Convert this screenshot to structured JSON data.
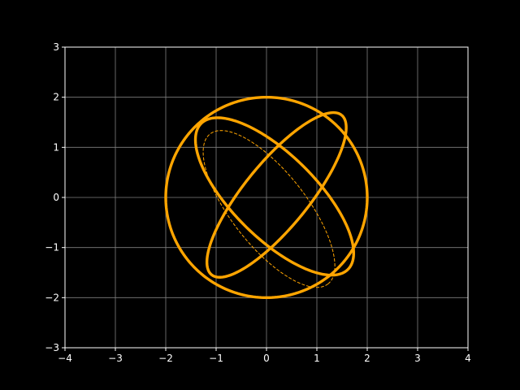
{
  "chart_data": {
    "type": "line",
    "title": "",
    "xlabel": "",
    "ylabel": "",
    "xlim": [
      -4,
      4
    ],
    "ylim": [
      -3,
      3
    ],
    "grid": true,
    "xticks": [
      -4,
      -3,
      -2,
      -1,
      0,
      1,
      2,
      3,
      4
    ],
    "yticks": [
      -3,
      -2,
      -1,
      0,
      1,
      2,
      3
    ],
    "xtick_labels": [
      "−4",
      "−3",
      "−2",
      "−1",
      "0",
      "1",
      "2",
      "3",
      "4"
    ],
    "ytick_labels": [
      "−3",
      "−2",
      "−1",
      "0",
      "1",
      "2",
      "3"
    ],
    "colors": {
      "background": "#000000",
      "axes": "#ffffff",
      "grid": "#808080",
      "series": "#ffa500"
    },
    "series": [
      {
        "shape": "circle",
        "center": [
          0,
          0
        ],
        "radius": 2,
        "style": "solid",
        "weight": "thick"
      },
      {
        "shape": "ellipse",
        "center": [
          0.16,
          0.02
        ],
        "semi_axes": [
          2.06,
          0.83
        ],
        "angle_deg": -45,
        "style": "solid",
        "weight": "thick"
      },
      {
        "shape": "ellipse",
        "center": [
          0.2,
          0.05
        ],
        "semi_axes": [
          2.05,
          0.64
        ],
        "angle_deg": 51,
        "style": "solid",
        "weight": "thick"
      },
      {
        "shape": "ellipse",
        "center": [
          0.05,
          -0.23
        ],
        "semi_axes": [
          1.9,
          0.74
        ],
        "angle_deg": -52,
        "style": "dashed",
        "weight": "thin"
      }
    ]
  }
}
